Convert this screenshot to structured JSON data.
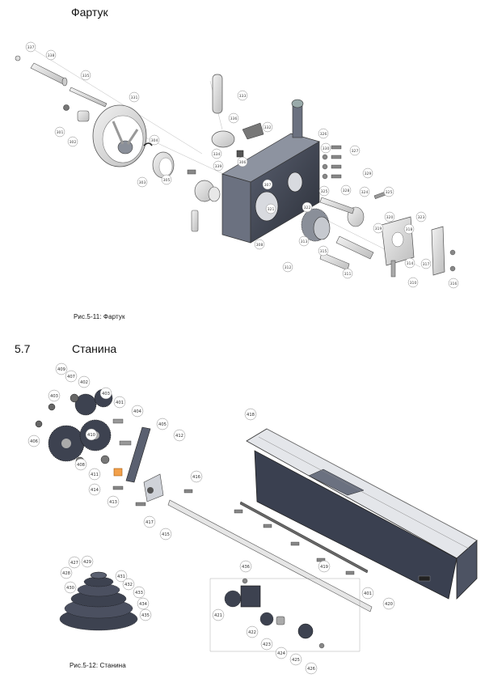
{
  "section1": {
    "title": "Фартук",
    "caption": "Рис.5-11:  Фартук",
    "callouts": [
      "337",
      "338",
      "335",
      "331",
      "333",
      "336",
      "332",
      "334",
      "339",
      "326",
      "327",
      "330",
      "329",
      "328",
      "325",
      "324",
      "325",
      "322",
      "321",
      "320",
      "323",
      "319",
      "318",
      "317",
      "316",
      "315",
      "314",
      "313",
      "312",
      "311",
      "310",
      "308",
      "307",
      "306",
      "305",
      "304",
      "303",
      "302",
      "301"
    ]
  },
  "section2": {
    "number": "5.7",
    "title": "Станина",
    "caption": "Рис.5-12:   Станина",
    "callouts": [
      "409",
      "407",
      "402",
      "403",
      "403",
      "401",
      "404",
      "405",
      "412",
      "406",
      "410",
      "408",
      "411",
      "414",
      "413",
      "416",
      "417",
      "415",
      "418",
      "419",
      "401",
      "420",
      "421",
      "422",
      "423",
      "424",
      "425",
      "426",
      "427",
      "429",
      "428",
      "430",
      "431",
      "432",
      "433",
      "434",
      "435",
      "436"
    ]
  }
}
